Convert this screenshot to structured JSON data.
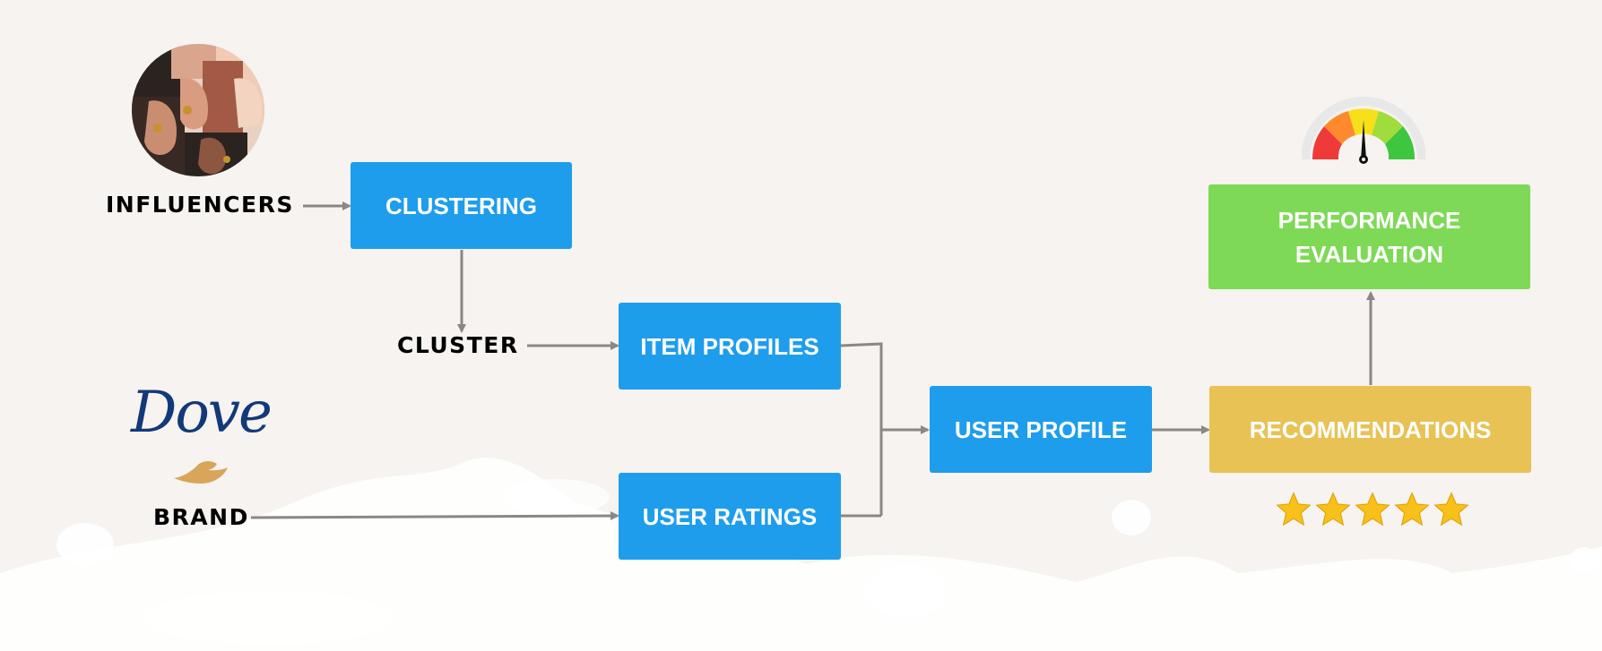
{
  "nodes": {
    "influencers": "INFLUENCERS",
    "clustering": "CLUSTERING",
    "cluster": "CLUSTER",
    "item_profiles": "ITEM PROFILES",
    "brand": "BRAND",
    "brand_logo": "Dove",
    "user_ratings": "USER RATINGS",
    "user_profile": "USER PROFILE",
    "recommendations": "RECOMMENDATIONS",
    "performance_line1": "PERFORMANCE",
    "performance_line2": "EVALUATION"
  },
  "rating": {
    "stars": 5,
    "max": 5
  },
  "colors": {
    "process": "#1e9ded",
    "evaluation": "#7ed957",
    "recommendation": "#e9c256",
    "arrow": "#8a8785",
    "star": "#f7c01a"
  },
  "icons": [
    "influencers-portrait-icon",
    "dove-bird-icon",
    "gauge-icon",
    "star-icon"
  ]
}
